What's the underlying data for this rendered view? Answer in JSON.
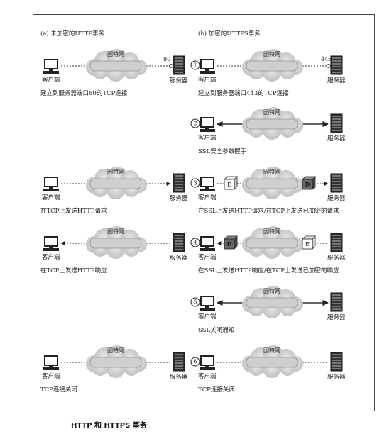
{
  "caption": "HTTP 和 HTTPS 事务",
  "left_title": "(a) 未加密的HTTP事务",
  "right_title": "(b) 加密的HTTPS事务",
  "labels": {
    "client": "客户端",
    "server": "服务器",
    "internet": "因特网"
  },
  "ports": {
    "http": "80",
    "https": "443"
  },
  "packets": {
    "encrypt": "E",
    "decrypt": "D"
  },
  "left_rows": [
    {
      "caption": "建立到服务器端口80的TCP连接",
      "arrow": "none",
      "port": true
    },
    {
      "caption": "",
      "empty": true
    },
    {
      "caption": "在TCP上发送HTTP请求",
      "arrow": "right"
    },
    {
      "caption": "在TCP上发送HTTP响应",
      "arrow": "left"
    },
    {
      "caption": "",
      "empty": true
    },
    {
      "caption": "TCP连接关闭",
      "arrow": "none"
    }
  ],
  "right_rows": [
    {
      "step": "1",
      "caption": "建立到服务器端口443的TCP连接",
      "arrow": "none",
      "port": true
    },
    {
      "step": "2",
      "caption": "SSL安全参数握手",
      "arrow": "both"
    },
    {
      "step": "3",
      "caption": "在SSL上发送HTTP请求/在TCP上发送已加密的请求",
      "arrow": "right",
      "packets": "request"
    },
    {
      "step": "4",
      "caption": "在SSL上发送HTTP响应/在TCP上发送已加密的响应",
      "arrow": "left",
      "packets": "response"
    },
    {
      "step": "5",
      "caption": "SSL关闭通知",
      "arrow": "both"
    },
    {
      "step": "6",
      "caption": "TCP连接关闭",
      "arrow": "none"
    }
  ]
}
